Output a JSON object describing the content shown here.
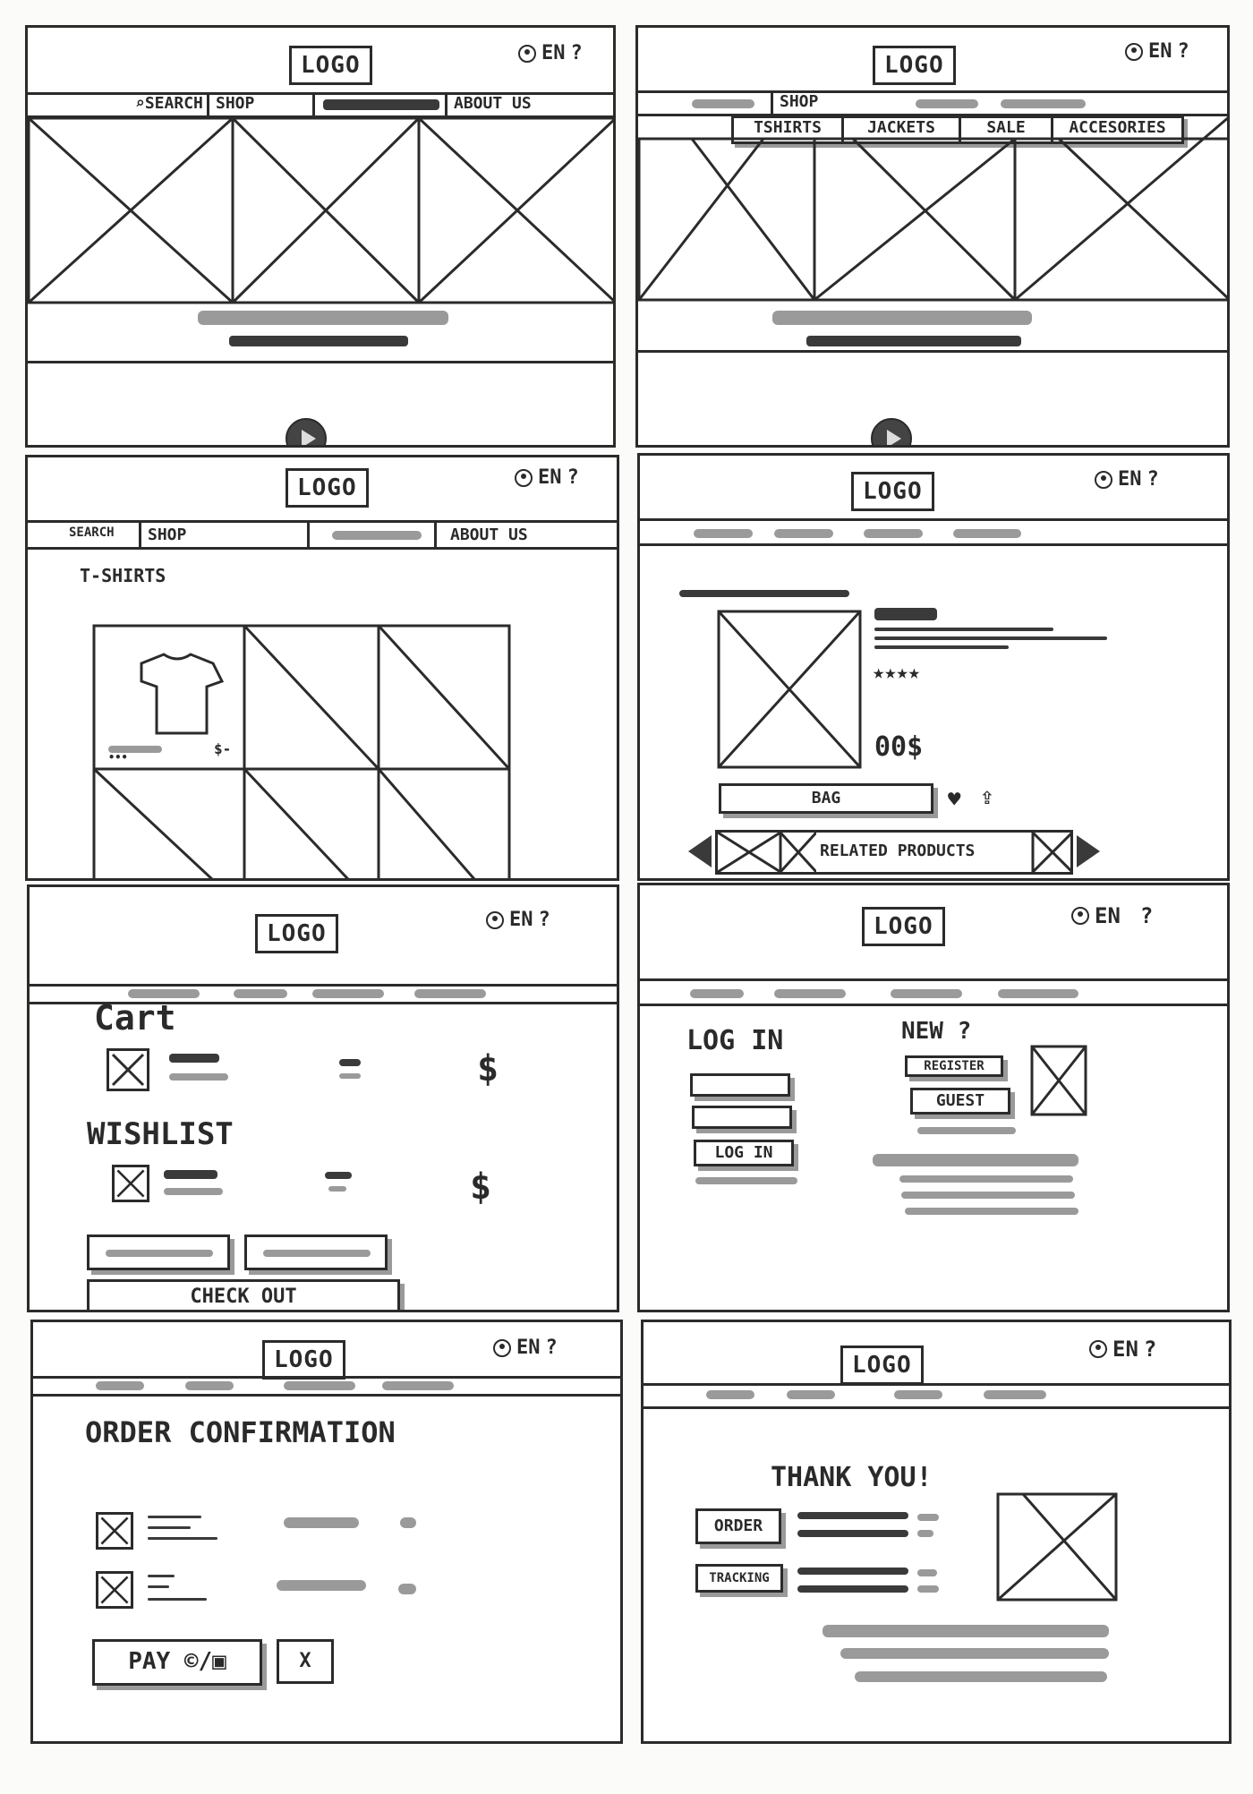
{
  "header": {
    "logo_label": "LOGO",
    "lang_label": "EN",
    "help_label": "?"
  },
  "panel1": {
    "nav": {
      "search_label": "SEARCH",
      "shop_label": "SHOP",
      "about_label": "ABOUT US"
    }
  },
  "panel2": {
    "nav": {
      "shop_label": "SHOP"
    },
    "submenu": [
      "TSHIRTS",
      "JACKETS",
      "SALE",
      "ACCESORIES"
    ]
  },
  "panel3": {
    "nav": {
      "search_label": "SEARCH",
      "shop_label": "SHOP",
      "about_label": "ABOUT US"
    },
    "heading": "T-SHIRTS",
    "item_price": "$-",
    "item_dots": "•••"
  },
  "panel4": {
    "rating_stars": "★★★★",
    "price": "00$",
    "bag_label": "BAG",
    "heart_icon": "heart-icon",
    "share_icon": "share-icon",
    "related_label": "RELATED PRODUCTS"
  },
  "panel5": {
    "cart_title": "Cart",
    "wishlist_title": "WISHLIST",
    "currency": "$",
    "checkout_label": "CHECK OUT"
  },
  "panel6": {
    "login_title": "LOG IN",
    "login_button": "LOG IN",
    "new_title": "NEW ?",
    "register_button": "REGISTER",
    "guest_button": "GUEST"
  },
  "panel7": {
    "title": "ORDER CONFIRMATION",
    "pay_label": "PAY ©/▣",
    "close_label": "X"
  },
  "panel8": {
    "title": "THANK YOU!",
    "order_button": "ORDER",
    "tracking_button": "TRACKING"
  },
  "colors": {
    "ink": "#2b2b2b",
    "marker_grey": "#9a9a9a",
    "paper": "#ffffff"
  }
}
